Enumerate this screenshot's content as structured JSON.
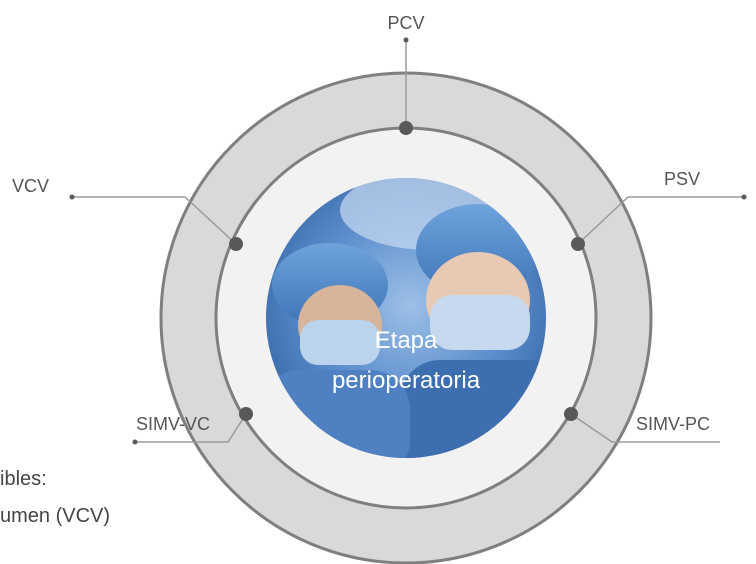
{
  "diagram": {
    "center_title_line1": "Etapa",
    "center_title_line2": "perioperatoria",
    "modes": {
      "pcv": "PCV",
      "vcv": "VCV",
      "psv": "PSV",
      "simv_vc": "SIMV-VC",
      "simv_pc": "SIMV-PC"
    },
    "colors": {
      "outer_ring": "#d9d9d9",
      "ring_border": "#7f7f7f",
      "inner_disk": "#f2f2f2",
      "node_dot": "#595959",
      "photo_blue": "#4a7fc0"
    }
  },
  "bottom_text": {
    "line1": "ibles:",
    "line2": "umen (VCV)"
  }
}
